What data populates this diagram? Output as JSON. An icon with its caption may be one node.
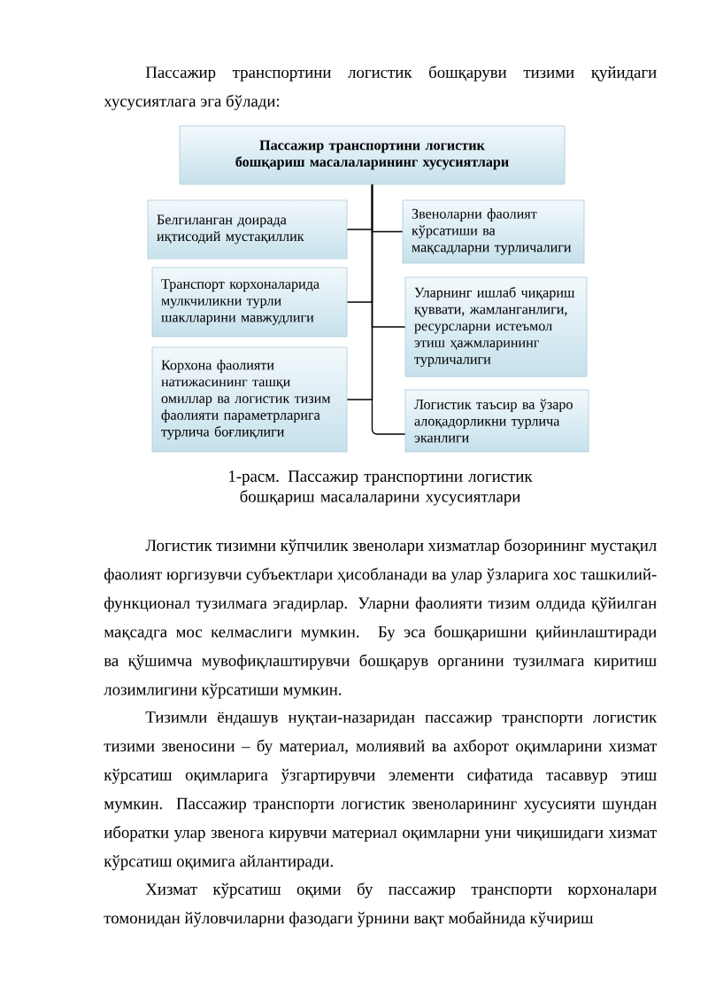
{
  "diagram": {
    "caption": "1-расм. Пассажир транспортини логистик бошқариш масалаларини хусусиятлари",
    "nodes": [
      {
        "text": [
          "Пассажир транспортини логистик бошқариш масалаларининг хусусиятлари"
        ]
      },
      {
        "text": [
          "Белгиланган доирада иқтисодий мустақиллик"
        ]
      },
      {
        "text": [
          "Транспорт корхоналарида мулкчиликни турли шаклларини мавжудлиги"
        ]
      },
      {
        "text": [
          "Корхона фаолияти натижасининг ташқи омиллар ва логистик тизим фаолияти параметрларига турлича боғлиқлиги"
        ]
      },
      {
        "text": [
          "Звеноларни фаолият кўрсатиши ва мақсадларни турличалиги"
        ]
      },
      {
        "text": [
          "Уларнинг ишлаб чиқариш қуввати, жамланганлиги, ресурсларни истеъмол этиш ҳажмларининг турличалиги"
        ]
      },
      {
        "text": [
          "Логистик таъсир ва ўзаро алоқадорликни турлича эканлиги"
        ]
      }
    ],
    "edges": [
      {
        "from": 0,
        "to": 1,
        "arrow": "none"
      },
      {
        "from": 0,
        "to": 2,
        "arrow": "none"
      },
      {
        "from": 0,
        "to": 3,
        "arrow": "none"
      },
      {
        "from": 0,
        "to": 4,
        "arrow": "none"
      },
      {
        "from": 0,
        "to": 5,
        "arrow": "none"
      },
      {
        "from": 0,
        "to": 6,
        "arrow": "none"
      }
    ],
    "labels": [
      "Пассажир транспортини логистик бошқаруви тизими қуйидаги хусусиятлага эга бўлади:",
      "Логистик тизимни кўпчилик звенолари хизматлар бозорининг мустақил фаолият юргизувчи субъектлари ҳисобланади ва улар ўзларига хос ташкилий-функционал тузилмага эгадирлар. Уларни фаолияти тизим олдида қўйилган мақсадга мос келмаслиги мумкин. Бу эса бошқаришни қийинлаштиради ва қўшимча мувофиқлаштирувчи бошқарув органини тузилмага киритиш лозимлигини кўрсатиши мумкин.",
      "Тизимли ёндашув нуқтаи-назаридан пассажир транспорти логистик тизими звеносини – бу материал, молиявий ва ахборот оқимларини хизмат кўрсатиш оқимларига ўзгартирувчи элементи сифатида тасаввур этиш мумкин. Пассажир транспорти логистик звеноларининг хусусияти шундан иборатки улар звенога кирувчи материал оқимларни уни чиқишидаги хизмат кўрсатиш оқимига айлантиради.",
      "Хизмат кўрсатиш оқими бу пассажир транспорти корхоналари томонидан йўловчиларни фазодаги ўрнини вақт мобайнида кўчириш"
    ]
  }
}
